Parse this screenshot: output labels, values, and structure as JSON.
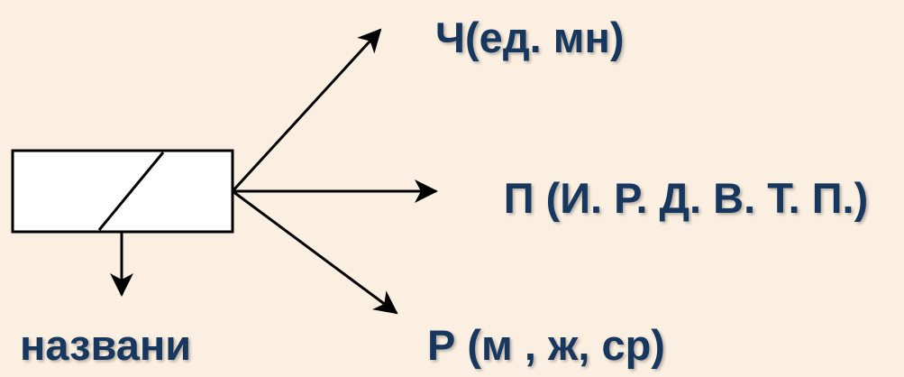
{
  "colors": {
    "background": "#fbefe1",
    "text": "#17375e",
    "lines": "#000000",
    "box_fill": "#ffffff"
  },
  "labels": {
    "number": "Ч(ед. мн)",
    "case": "П  (И. Р. Д. В. Т. П.)",
    "gender": "Р (м , ж, ср)",
    "name": "названи"
  }
}
